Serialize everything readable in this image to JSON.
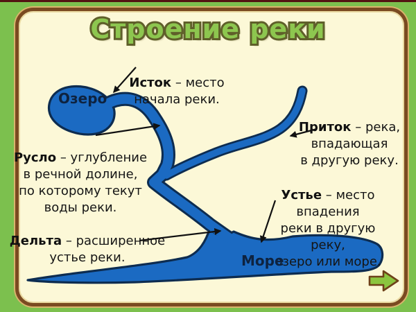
{
  "title": "Строение реки",
  "definitions": {
    "istok": {
      "term": "Исток",
      "definition": " – место\nначала реки."
    },
    "ruslo": {
      "term": "Русло",
      "definition": " – углубление\nв речной долине,\nпо которому текут\nводы реки."
    },
    "pritok": {
      "term": "Приток",
      "definition": " – река,\nвпадающая\nв другую реку."
    },
    "ustye": {
      "term": "Устье",
      "definition": " – место\nвпадения\nреки в другую\nреку,\nозеро или море."
    },
    "delta": {
      "term": "Дельта",
      "definition": " – расширенное\nустье реки."
    }
  },
  "features": {
    "lake": "Озеро",
    "sea": "Море"
  },
  "colors": {
    "background": "#7cc04e",
    "panel": "#fcf8d7",
    "frame_border": "#7a4a21",
    "title_fill": "#8dc64f",
    "title_outline": "#5f5f2a",
    "water_fill": "#1b6ac2",
    "water_outline": "#0d2c50",
    "text": "#151515",
    "feature_label": "#0e2340",
    "arrow": "#111111",
    "next_button_fill": "#8bc53f",
    "next_button_border": "#6e4119",
    "top_strip": "#531312"
  }
}
